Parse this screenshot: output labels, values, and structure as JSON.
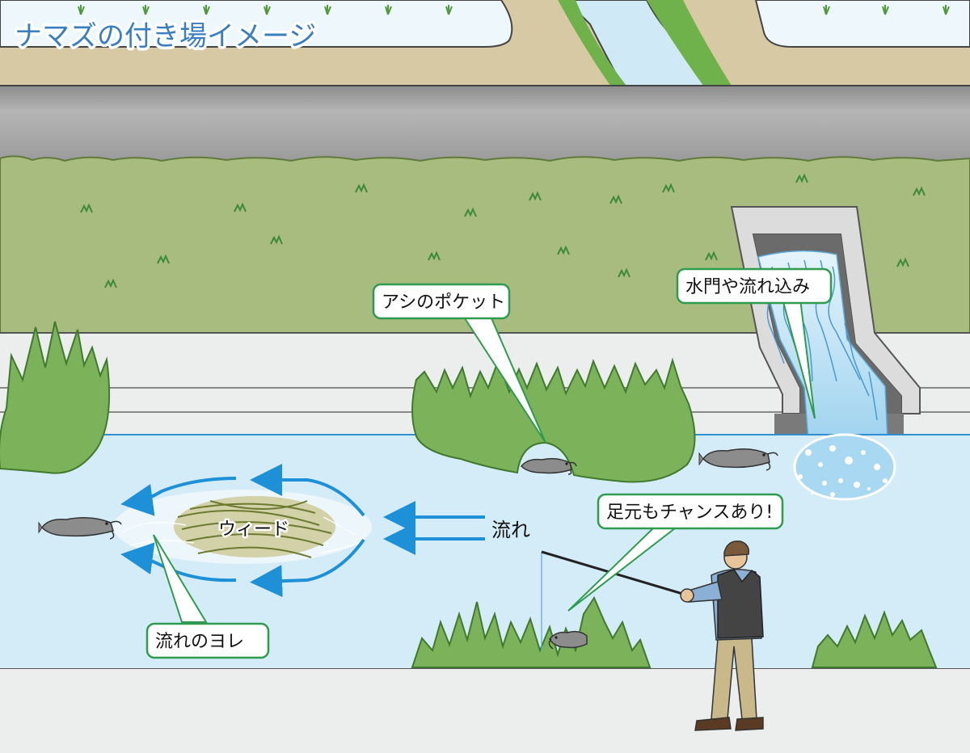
{
  "title": "ナマズの付き場イメージ",
  "callouts": {
    "reed_pocket": "アシのポケット",
    "water_gate": "水門や流れ込み",
    "feet": "足元もチャンスあり!",
    "eddy": "流れのヨレ"
  },
  "labels": {
    "weed": "ウィード",
    "current": "流れ"
  },
  "colors": {
    "water": "#d4ecf7",
    "water_edge": "#2f8fd0",
    "bank_grass": "#a8bc80",
    "road": "#a9a9a9",
    "field": "#d7c9a3",
    "reed": "#6aa84f",
    "reed_dark": "#3f7a2e",
    "flow_arrow": "#1e90d8",
    "callout_border": "#2e9b4f",
    "title": "#3a7ec2",
    "catfish": "#8c8c8c"
  }
}
